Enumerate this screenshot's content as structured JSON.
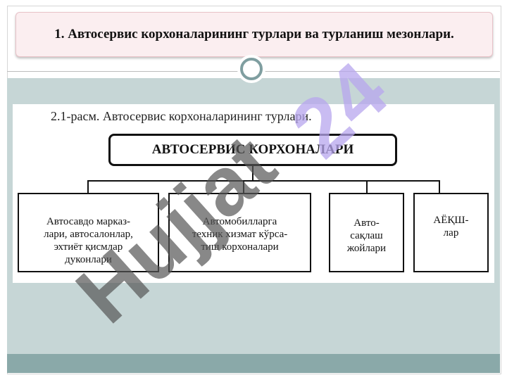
{
  "slide": {
    "title": "1. Автосервис корхоналарининг турлари ва турланиш мезонлари."
  },
  "figure": {
    "caption": "2.1-расм. Автосервис корхоналарининг турлари.",
    "root_label": "АВТОСЕРВИС КОРХОНАЛАРИ",
    "children": [
      {
        "label": "Автосавдо марказ-\nлари, автосалонлар,\nэхтиёт қисмлар\nдуконлари"
      },
      {
        "label": "Автомобилларга\nтехник хизмат кўрса-\nтиш корхоналари"
      },
      {
        "label": "Авто-\nсақлаш\nжойлари"
      },
      {
        "label": "АЁҚШ-\nлар"
      }
    ]
  },
  "watermark": {
    "text_main": "Hujjat",
    "text_num": "24"
  },
  "colors": {
    "title_bg": "#fbeef0",
    "panel_bg": "#c6d6d6",
    "footer_bg": "#8aa9a9",
    "ring": "#7f9ea0",
    "watermark_dark": "#555555",
    "watermark_purple": "#b7a5ee"
  }
}
